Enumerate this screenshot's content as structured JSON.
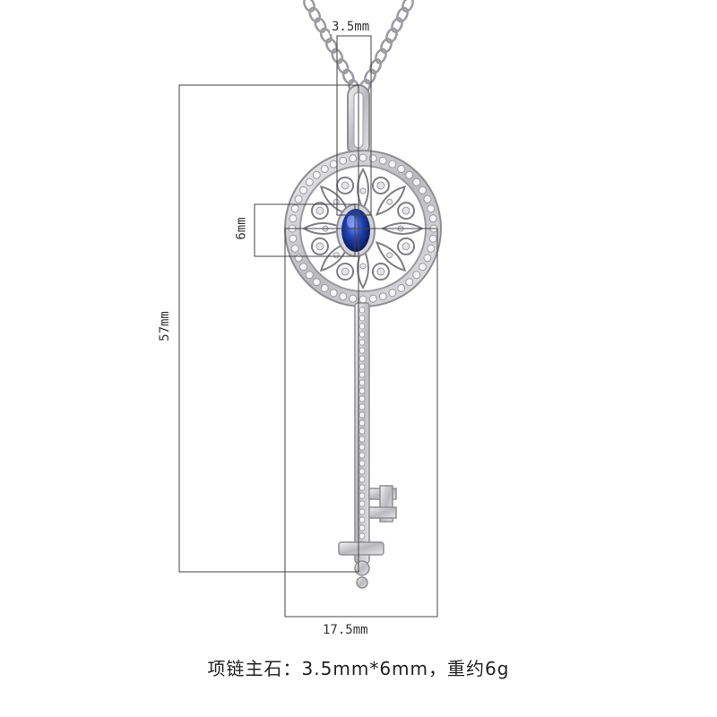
{
  "dimensions": {
    "top_width": "3.5mm",
    "stone_height": "6mm",
    "total_length": "57mm",
    "head_width": "17.5mm"
  },
  "caption": "项链主石：3.5mm*6mm，重约6g",
  "colors": {
    "silver": "#c8c8cc",
    "silver_dark": "#8e8e94",
    "sapphire": "#1f3fae",
    "dimension_line": "#444444"
  }
}
